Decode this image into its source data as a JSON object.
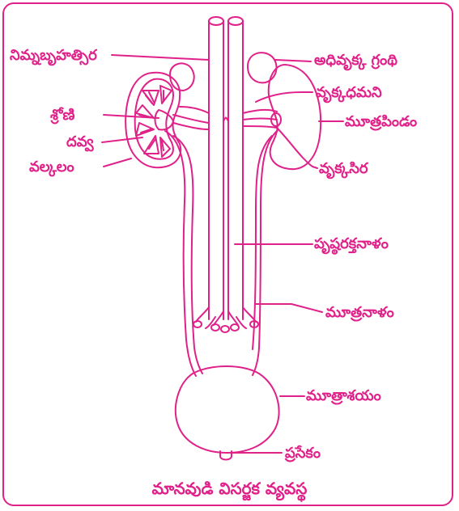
{
  "colors": {
    "stroke": "#e0218a",
    "text": "#e0218a",
    "background": "#ffffff"
  },
  "labels": {
    "inferior_vena_cava": "నిమ్నబృహత్సిర",
    "pelvis": "శ్రోణి",
    "medulla": "దవ్వ",
    "cortex": "వల్కలం",
    "adrenal_gland": "అధివృక్క గ్రంథి",
    "renal_artery": "వృక్కధమని",
    "kidney": "మూత్రపిండం",
    "renal_vein": "వృక్కసిర",
    "dorsal_aorta": "పృష్ఠరక్తనాళం",
    "ureter": "మూత్రనాళం",
    "urinary_bladder": "మూత్రాశయం",
    "urethra": "ప్రసేకం"
  },
  "caption": "మానవుడి విసర్జక వ్యవస్థ"
}
